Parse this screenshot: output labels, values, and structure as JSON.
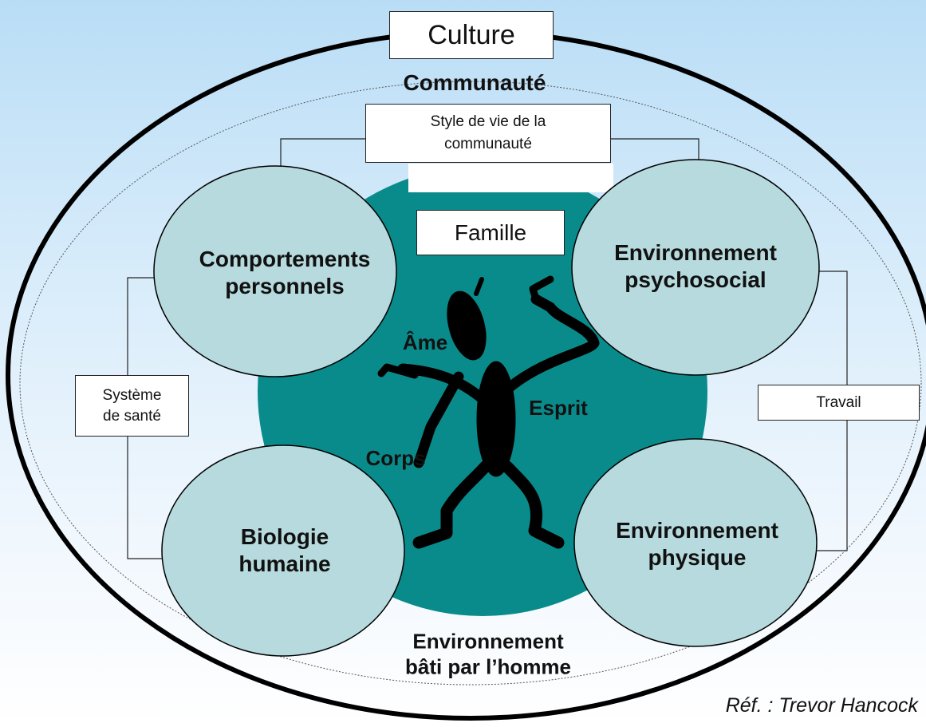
{
  "labels": {
    "culture": "Culture",
    "communaute": "Communauté",
    "style_de_vie": "Style de vie de la\ncommunauté",
    "famille": "Famille",
    "comportements": "Comportements\npersonnels",
    "env_psychosocial": "Environnement\npsychosocial",
    "biologie": "Biologie\nhumaine",
    "env_physique": "Environnement\nphysique",
    "systeme_sante": "Système\nde santé",
    "travail": "Travail",
    "ame": "Âme",
    "esprit": "Esprit",
    "corps": "Corps",
    "env_bati": "Environnement\nbâti par l’homme",
    "reference": "Réf. : Trevor Hancock"
  },
  "colors": {
    "background_top": "#b9ddf6",
    "teal_center": "#0a8b8b",
    "light_circle": "#b6dadd",
    "figure": "#000000",
    "outline": "#000000"
  },
  "icons": [
    "human-figure-icon"
  ]
}
